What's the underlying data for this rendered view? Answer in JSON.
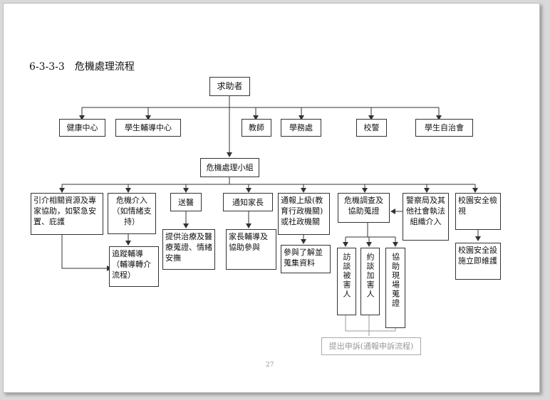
{
  "title": {
    "number": "6-3-3-3",
    "text": "危機處理流程"
  },
  "nodes": {
    "seeker": "求助者",
    "health": "健康中心",
    "counseling": "學生輔導中心",
    "teacher": "教師",
    "academic": "學務處",
    "police": "校警",
    "council": "學生自治會",
    "team": "危機處理小組",
    "referral": "引介相關資源及專家協助，如緊急安置、庇護",
    "intervention": "危機介入（如情緒支持）",
    "hospital": "送醫",
    "notify_parents": "通知家長",
    "report": "通報上級(教育行政機關)或社政機關",
    "investigation": "危機調查及協助蒐證",
    "police_agencies": "警察局及其他社會執法組織介入",
    "safety_check": "校園安全檢視",
    "followup": "追蹤輔導（輔導轉介流程）",
    "treatment": "提供治療及醫療蒐證、情緒安撫",
    "parent_counsel": "家長輔導及協助參與",
    "evidence": "參與了解並蒐集資料",
    "interview_victim": "訪談被害人",
    "interview_perpetrator": "約談加害人",
    "scene_evidence": "協助現場蒐證",
    "safety_facility": "校園安全設施立即維護",
    "appeal": "提出申訴(通報申訴流程)"
  },
  "page_number": "27"
}
